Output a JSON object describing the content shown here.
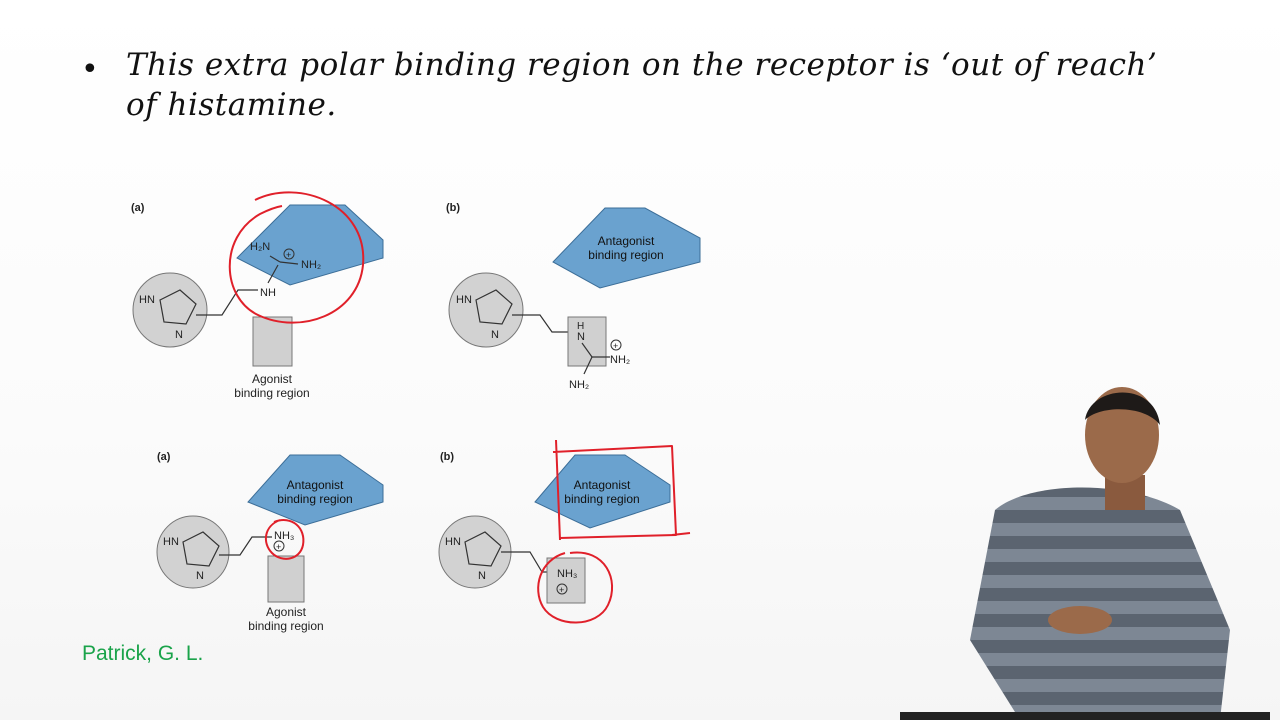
{
  "slide": {
    "bullet": "•",
    "line1": "This extra polar binding region on the receptor is ‘out of reach’",
    "line2": "of histamine.",
    "citation": "Patrick, G. L."
  },
  "figure": {
    "panels": {
      "top_left": {
        "tag": "(a)"
      },
      "top_right": {
        "tag": "(b)"
      },
      "bottom_left": {
        "tag": "(a)"
      },
      "bottom_right": {
        "tag": "(b)"
      }
    },
    "ring": {
      "hn": "HN",
      "n": "N"
    },
    "groups": {
      "h2n": "H₂N",
      "nh2": "NH₂",
      "nh": "NH",
      "h": "H",
      "n": "N",
      "nh3": "NH₃",
      "plus": "+"
    },
    "labels": {
      "agonist_line1": "Agonist",
      "agonist_line2": "binding region",
      "antagonist_line1": "Antagonist",
      "antagonist_line2": "binding region"
    }
  },
  "colors": {
    "region_blue": "#6aa2cf",
    "region_stroke": "#3c6e98",
    "ring_gray": "#d2d2d2",
    "box_gray": "#d0d0d0",
    "annotation_red": "#e0202a",
    "citation_green": "#1aa34a"
  }
}
